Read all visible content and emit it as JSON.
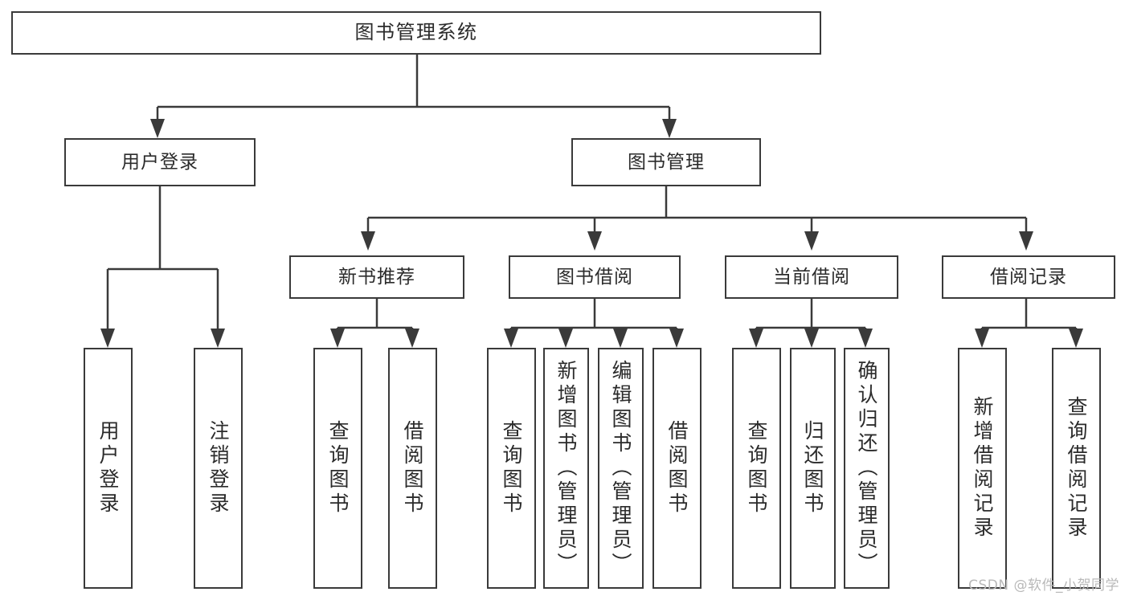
{
  "diagram": {
    "type": "hierarchy-tree",
    "title": "图书管理系统",
    "watermark": "CSDN @软件_小贺同学",
    "colors": {
      "box_border": "#3a3a3a",
      "box_fill": "#ffffff",
      "text": "#2b2b2b",
      "connector": "#3a3a3a",
      "watermark": "#b9b9b9",
      "background": "#ffffff"
    },
    "root": {
      "label": "图书管理系统"
    },
    "level2": [
      {
        "label": "用户登录"
      },
      {
        "label": "图书管理"
      }
    ],
    "level3": [
      {
        "label": "新书推荐"
      },
      {
        "label": "图书借阅"
      },
      {
        "label": "当前借阅"
      },
      {
        "label": "借阅记录"
      }
    ],
    "leaves": {
      "user_login": [
        {
          "label": "用户登录"
        },
        {
          "label": "注销登录"
        }
      ],
      "new_book_recommend": [
        {
          "label": "查询图书"
        },
        {
          "label": "借阅图书"
        }
      ],
      "book_borrow": [
        {
          "label": "查询图书"
        },
        {
          "label": "新增图书（管理员）"
        },
        {
          "label": "编辑图书（管理员）"
        },
        {
          "label": "借阅图书"
        }
      ],
      "current_borrow": [
        {
          "label": "查询图书"
        },
        {
          "label": "归还图书"
        },
        {
          "label": "确认归还（管理员）"
        }
      ],
      "borrow_record": [
        {
          "label": "新增借阅记录"
        },
        {
          "label": "查询借阅记录"
        }
      ]
    }
  }
}
